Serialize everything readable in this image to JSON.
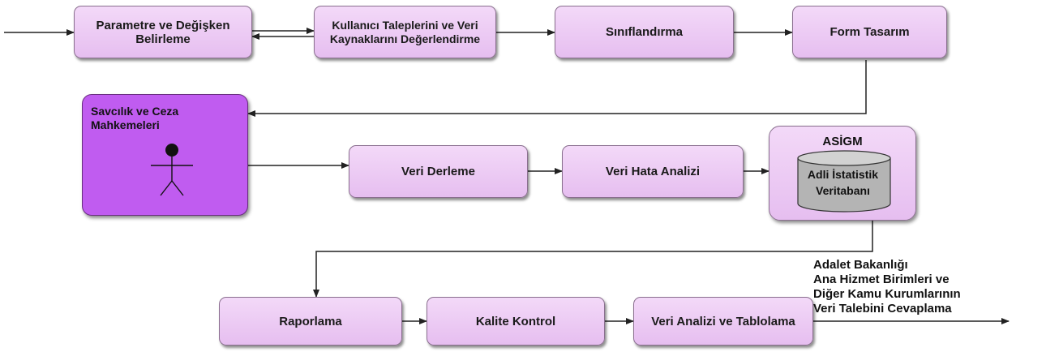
{
  "colors": {
    "box_fill": "#e6bef0",
    "actor_fill": "#c05cf0",
    "db_fill": "#b4b4b4",
    "line": "#222222"
  },
  "steps": {
    "parameter": "Parametre ve Değişken Belirleme",
    "user_requests": "Kullanıcı Taleplerini ve Veri Kaynaklarını Değerlendirme",
    "classification": "Sınıflandırma",
    "form_design": "Form Tasarım",
    "data_compile": "Veri Derleme",
    "error_analysis": "Veri Hata Analizi",
    "reporting": "Raporlama",
    "quality_control": "Kalite Kontrol",
    "analysis_tabulation": "Veri Analizi ve Tablolama"
  },
  "actor": {
    "label": "Savcılık ve Ceza Mahkemeleri",
    "icon": "person-icon"
  },
  "database": {
    "group_title": "ASİGM",
    "label": "Adli İstatistik Veritabanı",
    "icon": "database-cylinder-icon"
  },
  "output": {
    "lines": [
      "Adalet Bakanlığı",
      "Ana Hizmet Birimleri ve",
      "Diğer Kamu Kurumlarının",
      "Veri Talebini Cevaplama"
    ]
  }
}
